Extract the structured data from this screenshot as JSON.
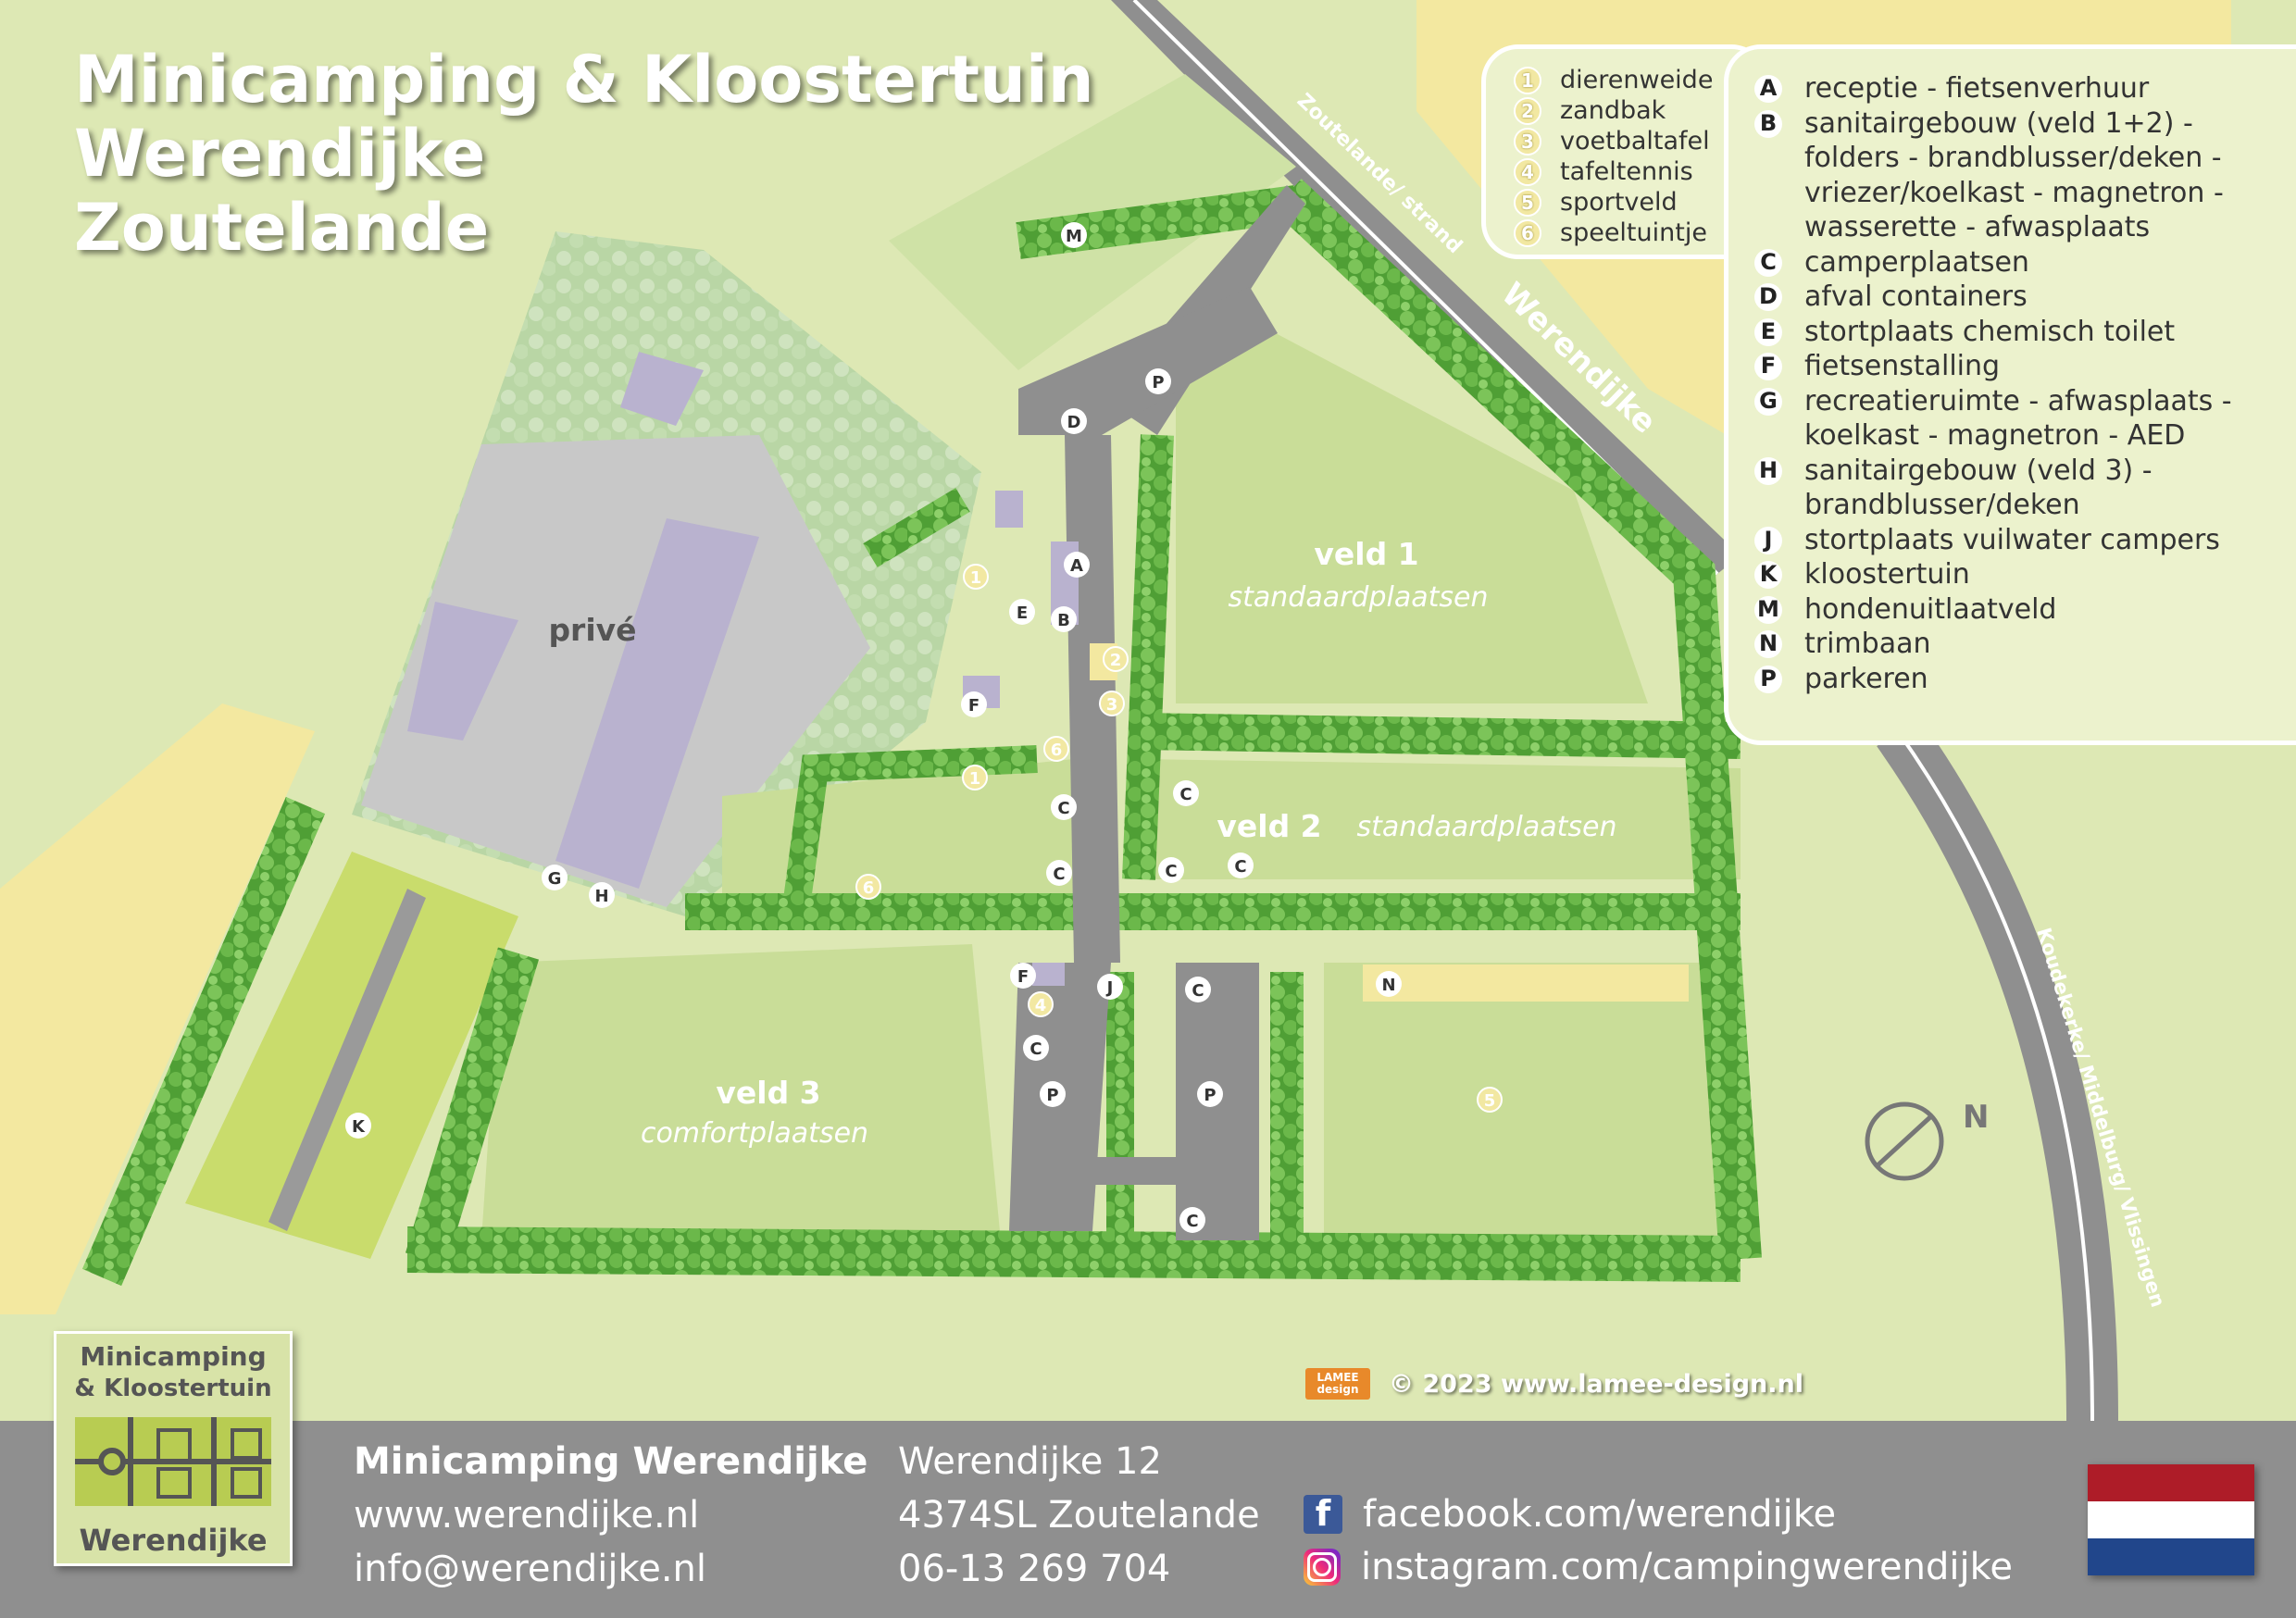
{
  "title": {
    "line1": "Minicamping & Kloostertuin",
    "line2": "Werendijke",
    "line3": "Zoutelande"
  },
  "facilities": [
    {
      "num": "1",
      "label": "dierenweide"
    },
    {
      "num": "2",
      "label": "zandbak"
    },
    {
      "num": "3",
      "label": "voetbaltafel"
    },
    {
      "num": "4",
      "label": "tafeltennis"
    },
    {
      "num": "5",
      "label": "sportveld"
    },
    {
      "num": "6",
      "label": "speeltuintje"
    }
  ],
  "legend": [
    {
      "letter": "A",
      "text": "receptie - fietsenverhuur"
    },
    {
      "letter": "B",
      "text": "sanitairgebouw (veld 1+2) -\nfolders - brandblusser/deken -\nvriezer/koelkast - magnetron -\nwasserette - afwasplaats"
    },
    {
      "letter": "C",
      "text": "camperplaatsen"
    },
    {
      "letter": "D",
      "text": "afval containers"
    },
    {
      "letter": "E",
      "text": "stortplaats chemisch toilet"
    },
    {
      "letter": "F",
      "text": "fietsenstalling"
    },
    {
      "letter": "G",
      "text": "recreatieruimte - afwasplaats -\n  koelkast - magnetron - AED"
    },
    {
      "letter": "H",
      "text": "sanitairgebouw (veld 3) -\n  brandblusser/deken"
    },
    {
      "letter": "J",
      "text": "stortplaats vuilwater campers"
    },
    {
      "letter": "K",
      "text": "kloostertuin"
    },
    {
      "letter": "M",
      "text": "hondenuitlaatveld"
    },
    {
      "letter": "N",
      "text": "trimbaan"
    },
    {
      "letter": "P",
      "text": "parkeren"
    }
  ],
  "map": {
    "fields": {
      "veld1_name": "veld 1",
      "veld1_sub": "standaardplaatsen",
      "veld2_name": "veld 2",
      "veld2_sub": "standaardplaatsen",
      "veld3_name": "veld 3",
      "veld3_sub": "comfortplaatsen",
      "prive": "privé"
    },
    "roads": {
      "road1": "Zoutelande/ strand",
      "road2": "Werendijke",
      "road3": "Koudekerke/ Middelburg/ Vlissingen"
    },
    "compass": "N",
    "markers": {
      "M": "M",
      "P": "P",
      "D": "D",
      "A": "A",
      "B": "B",
      "E": "E",
      "F": "F",
      "C": "C",
      "G": "G",
      "H": "H",
      "J": "J",
      "N": "N",
      "K": "K",
      "n1": "1",
      "n2": "2",
      "n3": "3",
      "n4": "4",
      "n5": "5",
      "n6": "6"
    },
    "colors": {
      "grass": "#dde8b4",
      "field": "#c9dd98",
      "hedge": "#5fae3f",
      "road": "#8f8f8f",
      "building": "#b9b2cf",
      "sand": "#f3e8a0"
    }
  },
  "footer": {
    "name": "Minicamping Werendijke",
    "website": "www.werendijke.nl",
    "email": "info@werendijke.nl",
    "street": "Werendijke 12",
    "city": "4374SL Zoutelande",
    "phone": "06-13 269 704",
    "facebook": "facebook.com/werendijke",
    "instagram": "instagram.com/campingwerendijke"
  },
  "badge": {
    "line1": "Minicamping",
    "line2": "& Kloostertuin",
    "line3": "Werendijke"
  },
  "copyright": {
    "text": "© 2023 www.lamee-design.nl",
    "logo_top": "LAMEE",
    "logo_bottom": "design"
  },
  "flag_colors": [
    "#ae1c28",
    "#ffffff",
    "#21468b"
  ]
}
